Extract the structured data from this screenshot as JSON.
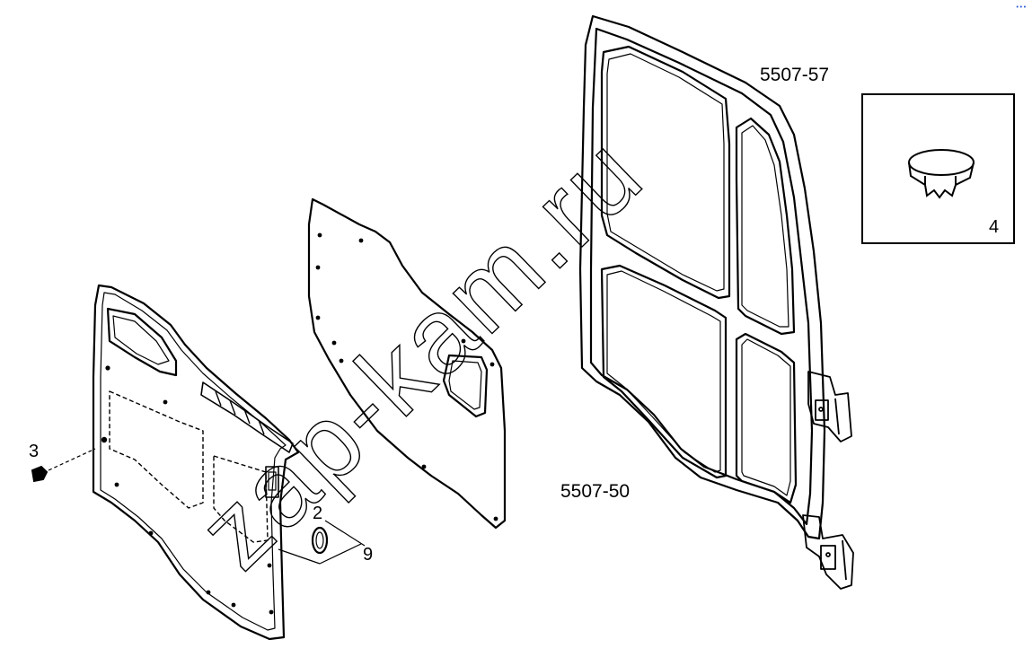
{
  "labels": {
    "assembly_door_frame": "5507-57",
    "assembly_door_panel": "5507-50",
    "part_plug": "4",
    "part_screw": "3",
    "part_clip": "2",
    "part_grommet": "9"
  },
  "watermark": "zap-kam.ru",
  "colors": {
    "line": "#000000",
    "background": "#ffffff",
    "watermark": "#000000"
  }
}
